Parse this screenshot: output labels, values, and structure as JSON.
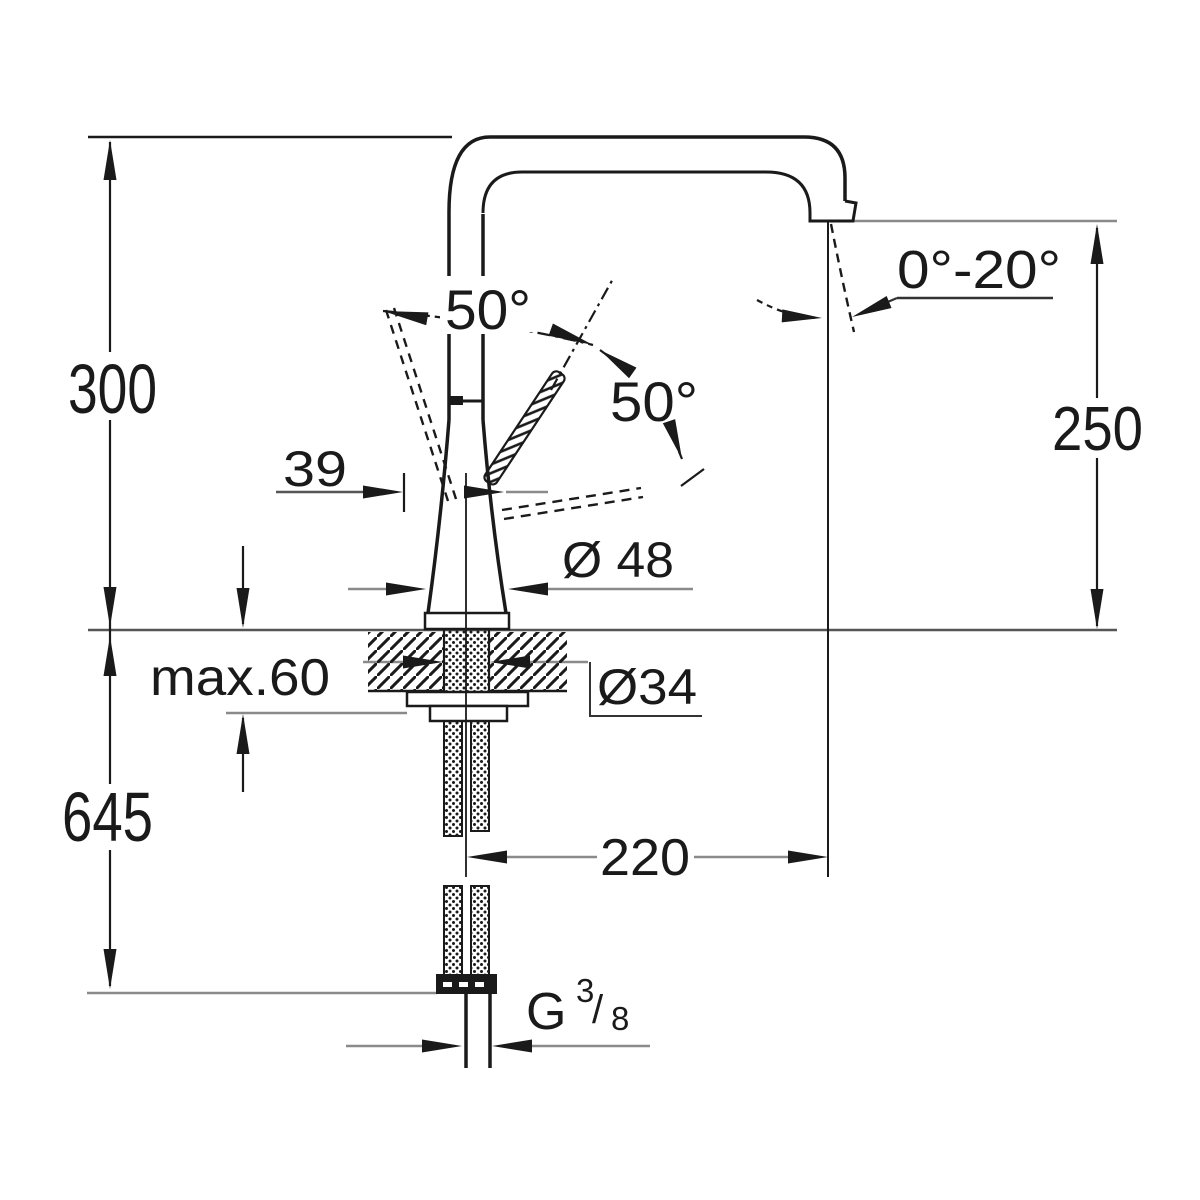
{
  "document_type": "technical dimension drawing - single-lever kitchen faucet, side view",
  "labels": {
    "projection_height": "300",
    "total_height": "645",
    "outlet_height": "250",
    "spout_reach": "220",
    "lever_angle_front": "50°",
    "lever_angle_back": "50°",
    "lever_offset": "39",
    "spray_angle_range": "0°-20°",
    "body_diameter": "Ø 48",
    "hole_diameter": "Ø34",
    "max_deck_thickness": "max.60",
    "thread_prefix": "G",
    "thread_numerator": "3",
    "thread_slash": "/",
    "thread_denominator": "8"
  },
  "colors": {
    "line": "#1a1a1a",
    "leader": "#8a8a8a",
    "deck_line": "#555555",
    "background": "#ffffff"
  }
}
